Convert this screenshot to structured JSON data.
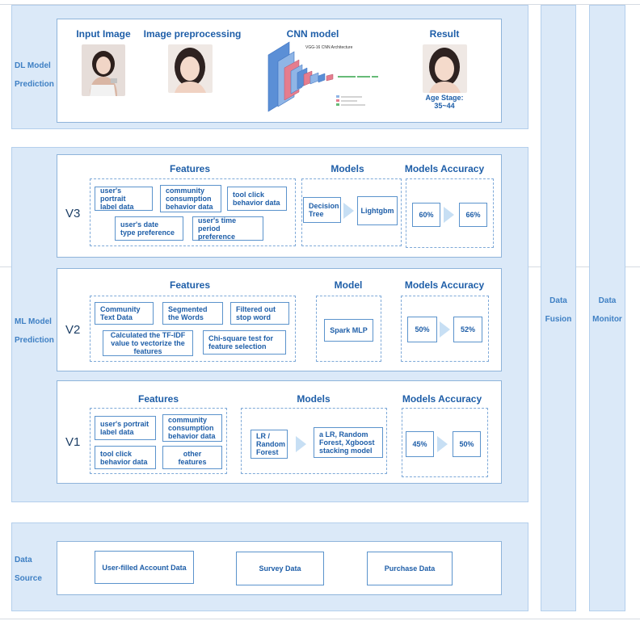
{
  "dl": {
    "label_line1": "DL Model",
    "label_line2": "Prediction",
    "input_title": "Input Image",
    "preprocess_title": "Image preprocessing",
    "cnn_title": "CNN model",
    "cnn_caption": "VGG-16 CNN Architecture",
    "result_title": "Result",
    "result_line1": "Age Stage:",
    "result_line2": "35~44"
  },
  "ml": {
    "label_line1": "ML Model",
    "label_line2": "Prediction",
    "v3": {
      "version": "V3",
      "features_title": "Features",
      "models_title": "Models",
      "accuracy_title": "Models Accuracy",
      "features": [
        [
          "user's portrait",
          "label data"
        ],
        [
          "community",
          "consumption",
          "behavior data"
        ],
        [
          "tool click",
          "behavior data"
        ],
        [
          "user's date",
          "type preference"
        ],
        [
          "user's time",
          "period preference"
        ]
      ],
      "models": [
        [
          "Decision",
          "Tree"
        ],
        [
          "Lightgbm"
        ]
      ],
      "accuracy": [
        "60%",
        "66%"
      ]
    },
    "v2": {
      "version": "V2",
      "features_title": "Features",
      "models_title": "Model",
      "accuracy_title": "Models Accuracy",
      "features": [
        [
          "Community",
          "Text Data"
        ],
        [
          "Segmented",
          "the Words"
        ],
        [
          "Filtered out",
          "stop word"
        ],
        [
          "Calculated the TF-IDF",
          "value to vectorize the",
          "features"
        ],
        [
          "Chi-square test for",
          "feature selection"
        ]
      ],
      "models": [
        [
          "Spark MLP"
        ]
      ],
      "accuracy": [
        "50%",
        "52%"
      ]
    },
    "v1": {
      "version": "V1",
      "features_title": "Features",
      "models_title": "Models",
      "accuracy_title": "Models Accuracy",
      "features": [
        [
          "user's portrait",
          "label data"
        ],
        [
          "community",
          "consumption",
          "behavior data"
        ],
        [
          "tool click",
          "behavior data"
        ],
        [
          "other features"
        ]
      ],
      "models": [
        [
          "LR /",
          "Random",
          "Forest"
        ],
        [
          "a LR, Random",
          "Forest, Xgboost",
          "stacking model"
        ]
      ],
      "accuracy": [
        "45%",
        "50%"
      ]
    }
  },
  "data_source": {
    "label_line1": "Data",
    "label_line2": "Source",
    "items": [
      "User-filled Account Data",
      "Survey Data",
      "Purchase Data"
    ]
  },
  "fusion": {
    "line1": "Data",
    "line2": "Fusion"
  },
  "monitor": {
    "line1": "Data",
    "line2": "Monitor"
  },
  "colors": {
    "band": "#dbe9f8",
    "border": "#5b93cc",
    "text": "#1e5ea8",
    "arrow": "#c7dff4"
  }
}
